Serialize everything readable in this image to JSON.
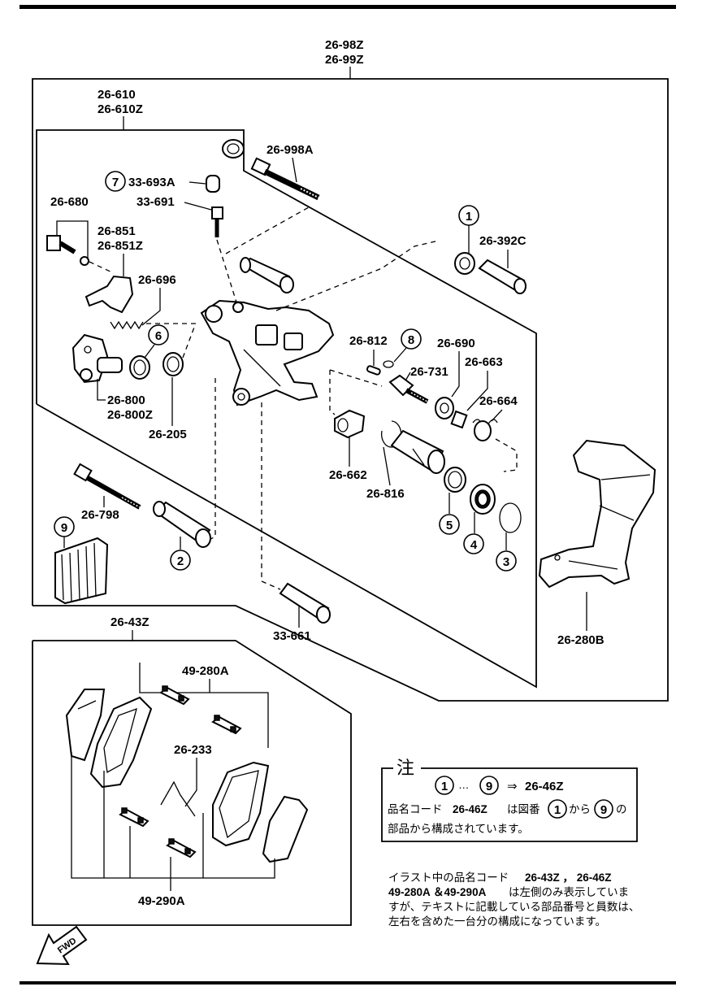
{
  "assembly": {
    "code1": "26-98Z",
    "code2": "26-99Z"
  },
  "caliper": {
    "code1": "26-610",
    "code2": "26-610Z"
  },
  "labels": {
    "p26_998A": "26-998A",
    "p33_693A": "33-693A",
    "p33_691": "33-691",
    "p26_680": "26-680",
    "p26_851": "26-851",
    "p26_851Z": "26-851Z",
    "p26_696": "26-696",
    "p26_392C": "26-392C",
    "p26_812": "26-812",
    "p26_690": "26-690",
    "p26_731": "26-731",
    "p26_663": "26-663",
    "p26_664": "26-664",
    "p26_800": "26-800",
    "p26_800Z": "26-800Z",
    "p26_205": "26-205",
    "p26_662": "26-662",
    "p26_816": "26-816",
    "p26_798": "26-798",
    "p33_661": "33-661",
    "p26_280B": "26-280B",
    "p26_43Z": "26-43Z",
    "p49_280A": "49-280A",
    "p26_233": "26-233",
    "p49_290A": "49-290A"
  },
  "circled": {
    "n1": "1",
    "n2": "2",
    "n3": "3",
    "n4": "4",
    "n5": "5",
    "n6": "6",
    "n7": "7",
    "n8": "8",
    "n9": "9"
  },
  "note": {
    "title": "注",
    "range_dots": "…",
    "arrow": "⇒",
    "kit_code": "26-46Z",
    "line2_prefix": "品名コード",
    "line2_code": "26-46Z",
    "line2_mid": "は図番",
    "line2_kara": "から",
    "line2_no": "の",
    "line3": "部品から構成されています。"
  },
  "footnote": {
    "line1_prefix": "イラスト中の品名コード",
    "line1_codes": "26-43Z ， 26-46Z",
    "line2_codes": "49-280A ＆49-290A",
    "line2_text": "は左側のみ表示していま",
    "line3": "すが、テキストに記載している部品番号と員数は、",
    "line4": "左右を含めた一台分の構成になっています。"
  },
  "fwd": "FWD"
}
